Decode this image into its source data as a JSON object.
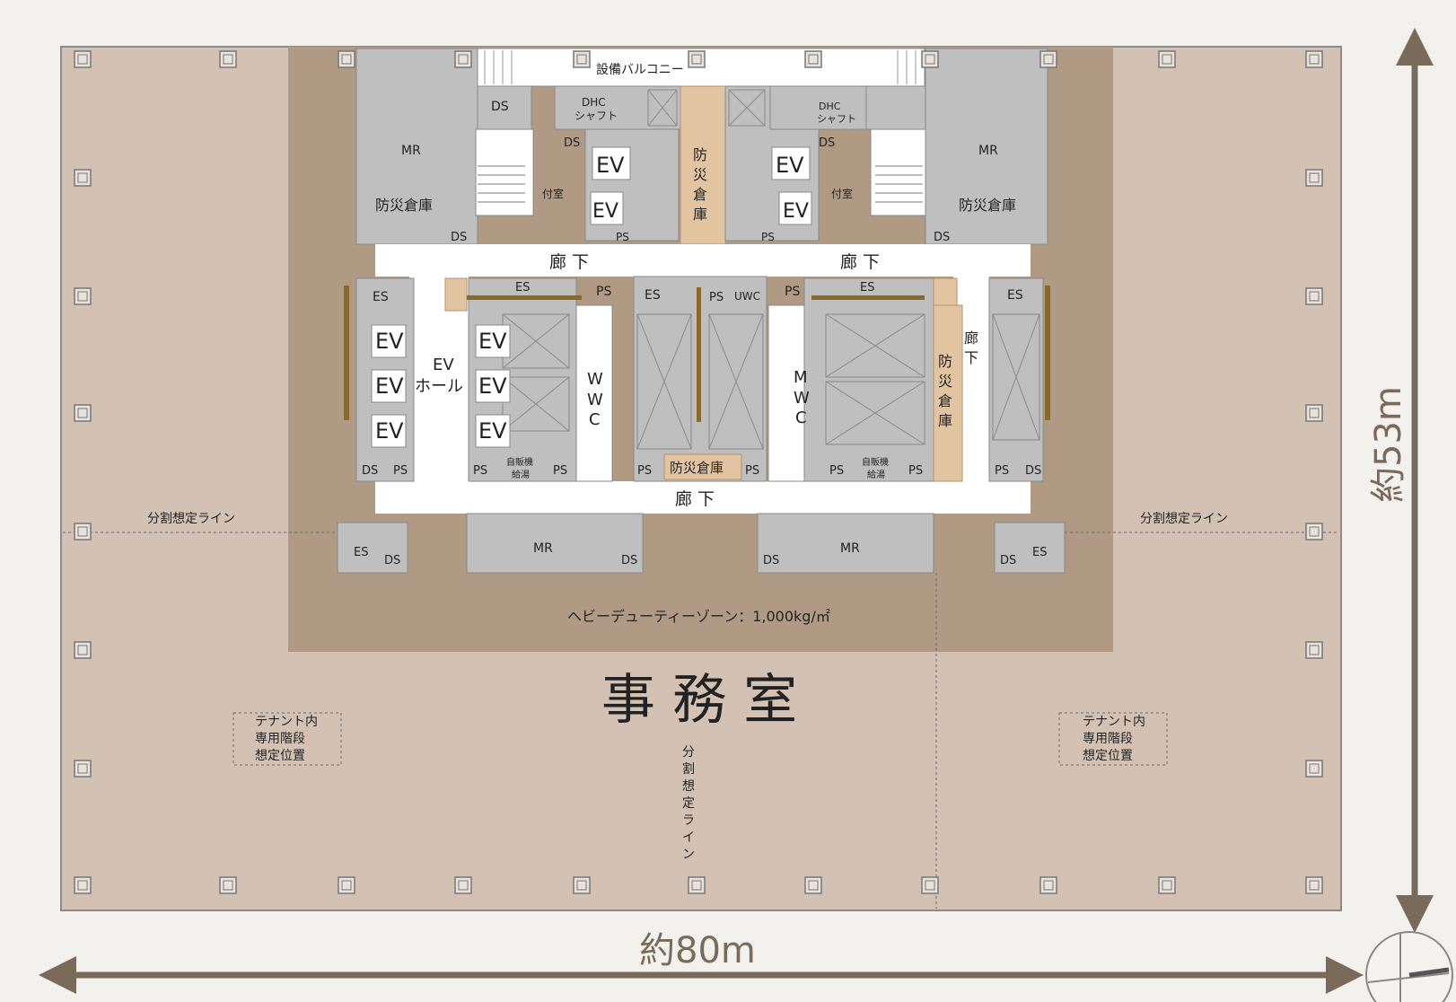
{
  "labels": {
    "balcony": "設備バルコニー",
    "ds": "DS",
    "ps": "PS",
    "es": "ES",
    "mr": "MR",
    "ev": "EV",
    "dhc_1": "DHC",
    "dhc_2": "シャフト",
    "annex": "付室",
    "storage": "防災倉庫",
    "storage_v": [
      "防",
      "災",
      "倉",
      "庫"
    ],
    "corridor": "廊 下",
    "corridor_v": [
      "廊",
      "下"
    ],
    "ev_hall_1": "EV",
    "ev_hall_2": "ホール",
    "wwc": [
      "W",
      "W",
      "C"
    ],
    "mwc": [
      "M",
      "W",
      "C"
    ],
    "uwc": "UWC",
    "vending_1": "自販機",
    "vending_2": "給湯",
    "split_line": "分割想定ライン",
    "split_line_v": [
      "分",
      "割",
      "想",
      "定",
      "ラ",
      "イ",
      "ン"
    ],
    "heavy_duty": "ヘビーデューティーゾーン：1,000kg/㎡",
    "office": "事 務 室",
    "tenant_stair": [
      "テナント内",
      "専用階段",
      "想定位置"
    ],
    "width_dim": "約80m",
    "height_dim": "約53m"
  },
  "colors": {
    "background": "#f3f1ee",
    "office_floor": "#d3c2b3",
    "heavy_zone": "#b09a84",
    "core_room": "#bfbfbf",
    "corridor": "#ffffff",
    "storage": "#e3c4a0",
    "rail": "#8a6a2a",
    "wall": "#7f7f7f",
    "dimension_arrow": "#7a6a5a"
  },
  "icons": [
    "compass-icon",
    "column-icon",
    "stair-icon",
    "elevator-car-icon"
  ]
}
